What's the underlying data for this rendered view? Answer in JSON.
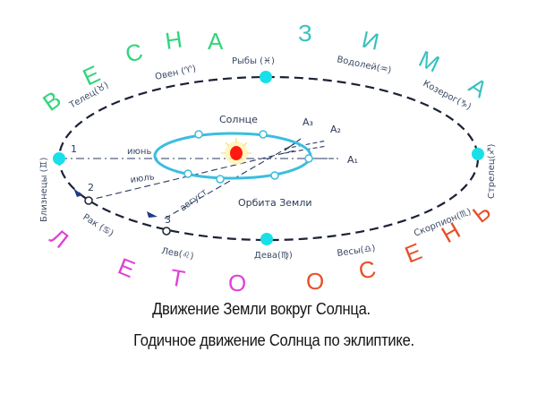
{
  "diagram": {
    "title_lines": [
      "Движение Земли вокруг Солнца.",
      "Годичное движение Солнца по эклиптике."
    ],
    "seasons": {
      "spring": {
        "letters": [
          "В",
          "Е",
          "С",
          "Н",
          "А"
        ],
        "color": "#2fd67a"
      },
      "winter": {
        "letters": [
          "З",
          "И",
          "М",
          "А"
        ],
        "color": "#36c1c1"
      },
      "summer": {
        "letters": [
          "Л",
          "Е",
          "Т",
          "О"
        ],
        "color": "#e040d8"
      },
      "autumn": {
        "letters": [
          "О",
          "С",
          "Е",
          "Н",
          "Ь"
        ],
        "color": "#e8502a"
      }
    },
    "zodiac": {
      "taurus": "Телец(♉)",
      "aries": "Овен (♈)",
      "pisces": "Рыбы (♓)",
      "aquarius": "Водолей(♒)",
      "capricorn": "Козерог(♑)",
      "sagittarius": "Стрелец(♐)",
      "scorpio": "Скорпион(♏)",
      "libra": "Весы(♎)",
      "virgo": "Дева(♍)",
      "leo": "Лев(♌)",
      "cancer": "Рак (♋)",
      "gemini": "Близнецы (♊)"
    },
    "labels": {
      "sun": "Солнце",
      "earth_orbit": "Орбита Земли",
      "june": "июнь",
      "july": "июль",
      "august": "август",
      "a1": "A₁",
      "a2": "A₂",
      "a3": "A₃",
      "p1": "1",
      "p2": "2",
      "p3": "3"
    },
    "colors": {
      "orbit": "#3bbde0",
      "ecliptic": "#1b2236",
      "equinox_marker": "#18e0e8",
      "sun": "#ff1a10",
      "sun_glow": "#fff1a0"
    }
  }
}
